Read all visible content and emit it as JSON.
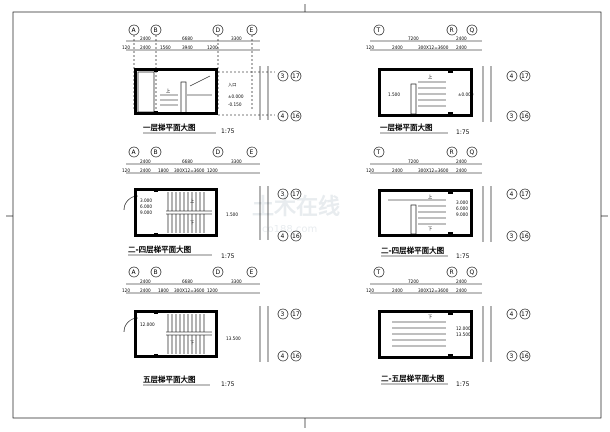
{
  "watermark": {
    "brand": "土木在线",
    "site": "co188.com"
  },
  "plans": [
    {
      "id": "left-1",
      "title": "一层梯平面大图",
      "scale": "1:75",
      "axes_top": [
        "A",
        "B",
        "D",
        "E"
      ],
      "axes_right": [
        "3",
        "17",
        "4",
        "16"
      ],
      "dims_overall": [
        "2400",
        "6680",
        "3300"
      ],
      "dims_detail": [
        "120",
        "2400",
        "1560",
        "3940",
        "1200"
      ],
      "notes": [
        "±0.000",
        "-0.150",
        "上",
        "入口"
      ]
    },
    {
      "id": "left-2",
      "title": "二-四层梯平面大图",
      "scale": "1:75",
      "axes_top": [
        "A",
        "B",
        "D",
        "E"
      ],
      "axes_right": [
        "3",
        "17",
        "4",
        "16"
      ],
      "dims_overall": [
        "2400",
        "6680",
        "3300"
      ],
      "dims_detail": [
        "120",
        "2400",
        "1800",
        "300X12=3600",
        "1200"
      ],
      "notes": [
        "3.000",
        "6.000",
        "9.000",
        "1.500",
        "上",
        "下"
      ]
    },
    {
      "id": "left-3",
      "title": "五层梯平面大图",
      "scale": "1:75",
      "axes_top": [
        "A",
        "B",
        "D",
        "E"
      ],
      "axes_right": [
        "3",
        "17",
        "4",
        "16"
      ],
      "dims_overall": [
        "2400",
        "6680",
        "3300"
      ],
      "dims_detail": [
        "120",
        "2400",
        "1800",
        "300X12=3600",
        "1200"
      ],
      "notes": [
        "12.000",
        "13.500",
        "下"
      ]
    },
    {
      "id": "right-1",
      "title": "一层梯平面大图",
      "scale": "1:75",
      "axes_top": [
        "T",
        "R",
        "Q"
      ],
      "axes_right": [
        "4",
        "17",
        "3",
        "16"
      ],
      "dims_overall": [
        "7200",
        "2400"
      ],
      "dims_detail": [
        "120",
        "2400",
        "300X12=3600",
        "2400"
      ],
      "notes": [
        "±0.000",
        "上",
        "1.500"
      ]
    },
    {
      "id": "right-2",
      "title": "二-四层梯平面大图",
      "scale": "1:75",
      "axes_top": [
        "T",
        "R",
        "Q"
      ],
      "axes_right": [
        "4",
        "17",
        "3",
        "16"
      ],
      "dims_overall": [
        "7200",
        "2400"
      ],
      "dims_detail": [
        "120",
        "2400",
        "300X12=3600",
        "2400"
      ],
      "notes": [
        "3.000",
        "6.000",
        "9.000",
        "上",
        "下"
      ]
    },
    {
      "id": "right-3",
      "title": "二-五层梯平面大图",
      "scale": "1:75",
      "axes_top": [
        "T",
        "R",
        "Q"
      ],
      "axes_right": [
        "4",
        "17",
        "3",
        "16"
      ],
      "dims_overall": [
        "7200",
        "2400"
      ],
      "dims_detail": [
        "120",
        "2400",
        "300X12=3600",
        "2400"
      ],
      "notes": [
        "12.000",
        "13.500",
        "下"
      ]
    }
  ]
}
